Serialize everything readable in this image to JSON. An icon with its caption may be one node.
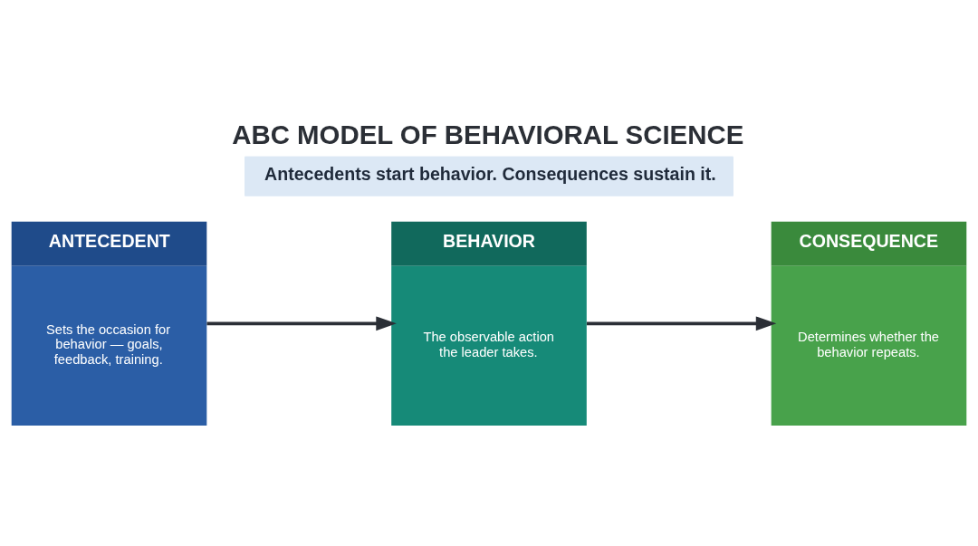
{
  "diagram": {
    "title": "ABC MODEL OF BEHAVIORAL SCIENCE",
    "nodes": [
      {
        "text": [
          "ANTECEDENT",
          "Sets the occasion for behavior — goals, feedback, training."
        ]
      },
      {
        "text": [
          "BEHAVIOR",
          "The observable action the leader takes."
        ]
      },
      {
        "text": [
          "CONSEQUENCE",
          "Determines whether the behavior repeats."
        ]
      }
    ],
    "edges": [
      {
        "from": 0,
        "to": 1,
        "arrow": "to"
      },
      {
        "from": 1,
        "to": 2,
        "arrow": "to"
      }
    ],
    "labels": [
      "Antecedents start behavior. Consequences sustain it."
    ]
  }
}
